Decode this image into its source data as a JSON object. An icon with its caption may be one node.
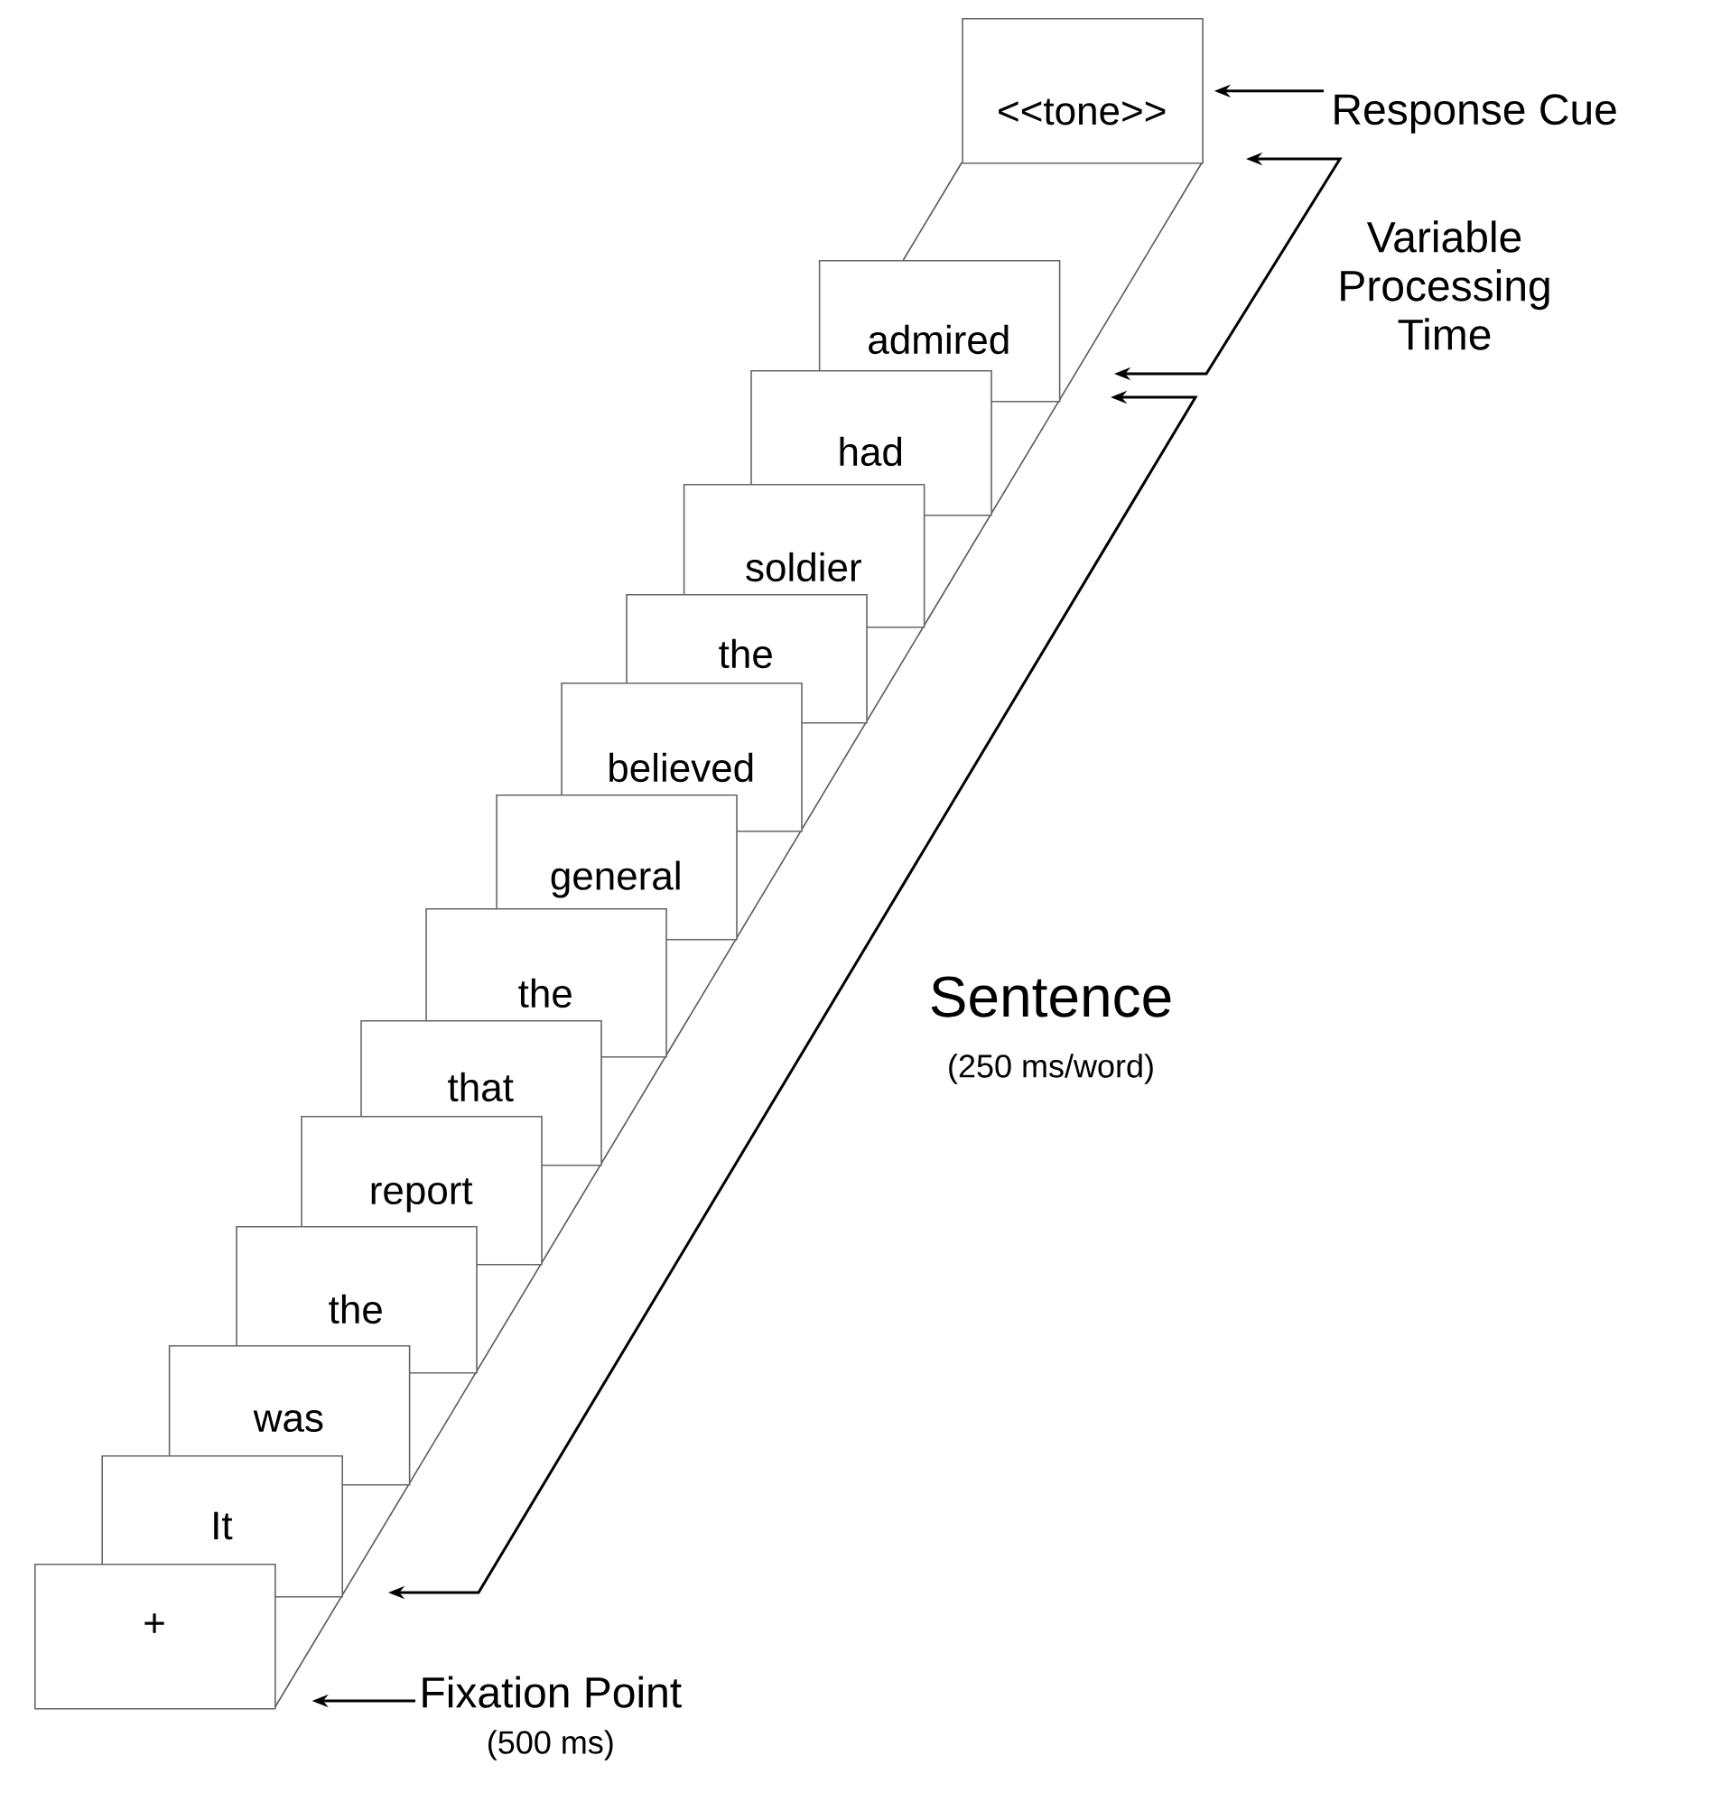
{
  "diagram": {
    "nodes": [
      {
        "text": [
          "+"
        ]
      },
      {
        "text": [
          "It"
        ]
      },
      {
        "text": [
          "was"
        ]
      },
      {
        "text": [
          "the"
        ]
      },
      {
        "text": [
          "report"
        ]
      },
      {
        "text": [
          "that"
        ]
      },
      {
        "text": [
          "the"
        ]
      },
      {
        "text": [
          "general"
        ]
      },
      {
        "text": [
          "believed"
        ]
      },
      {
        "text": [
          "the"
        ]
      },
      {
        "text": [
          "soldier"
        ]
      },
      {
        "text": [
          "had"
        ]
      },
      {
        "text": [
          "admired"
        ]
      },
      {
        "text": [
          "<<tone>>"
        ]
      },
      {
        "text": [
          "Response Cue"
        ]
      },
      {
        "text": [
          "Fixation Point",
          "(500 ms)"
        ]
      }
    ],
    "edges": [
      {
        "from": 14,
        "to": 13,
        "arrow": "to"
      },
      {
        "from": 15,
        "to": 0,
        "arrow": "to"
      }
    ],
    "labels": [
      "Variable Processing Time",
      "Sentence",
      "(250 ms/word)"
    ]
  }
}
